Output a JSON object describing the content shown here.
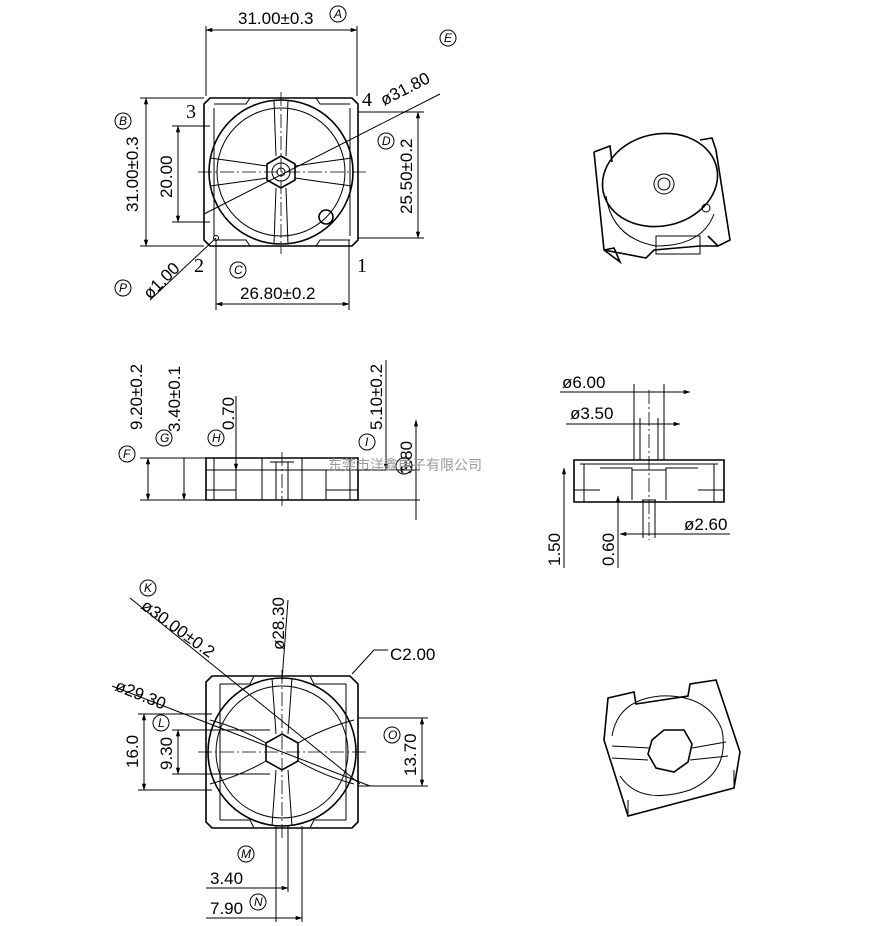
{
  "top_view": {
    "width_dim": "31.00±0.3",
    "height_dim": "31.00±0.3",
    "inner_height_dim": "20.00",
    "right_height_dim": "25.50±0.2",
    "bottom_width_dim": "26.80±0.2",
    "diameter_dim": "ø31.80",
    "hole_dim": "ø1.00",
    "pins": [
      "1",
      "2",
      "3",
      "4"
    ],
    "balloons": [
      "A",
      "B",
      "C",
      "D",
      "E",
      "P"
    ]
  },
  "side_view": {
    "height_dim": "9.20±0.2",
    "step_dim": "3.40±0.1",
    "thin_dim": "0.70",
    "right_dim": "5.10±0.2",
    "small_dim": "3.80",
    "balloons": [
      "F",
      "G",
      "H",
      "I",
      "J"
    ]
  },
  "section_view": {
    "d1": "ø6.00",
    "d2": "ø3.50",
    "d3": "ø2.60",
    "h1": "1.50",
    "h2": "0.60"
  },
  "bottom_view": {
    "d1": "ø30.00±0.2",
    "d2": "ø29.30",
    "d3": "ø28.30",
    "chamfer": "C2.00",
    "h1": "16.0",
    "h2": "9.30",
    "h3": "13.70",
    "w1": "3.40",
    "w2": "7.90",
    "balloons": [
      "K",
      "L",
      "M",
      "N",
      "O"
    ]
  },
  "watermark": "东莞市洋鑫电子有限公司"
}
